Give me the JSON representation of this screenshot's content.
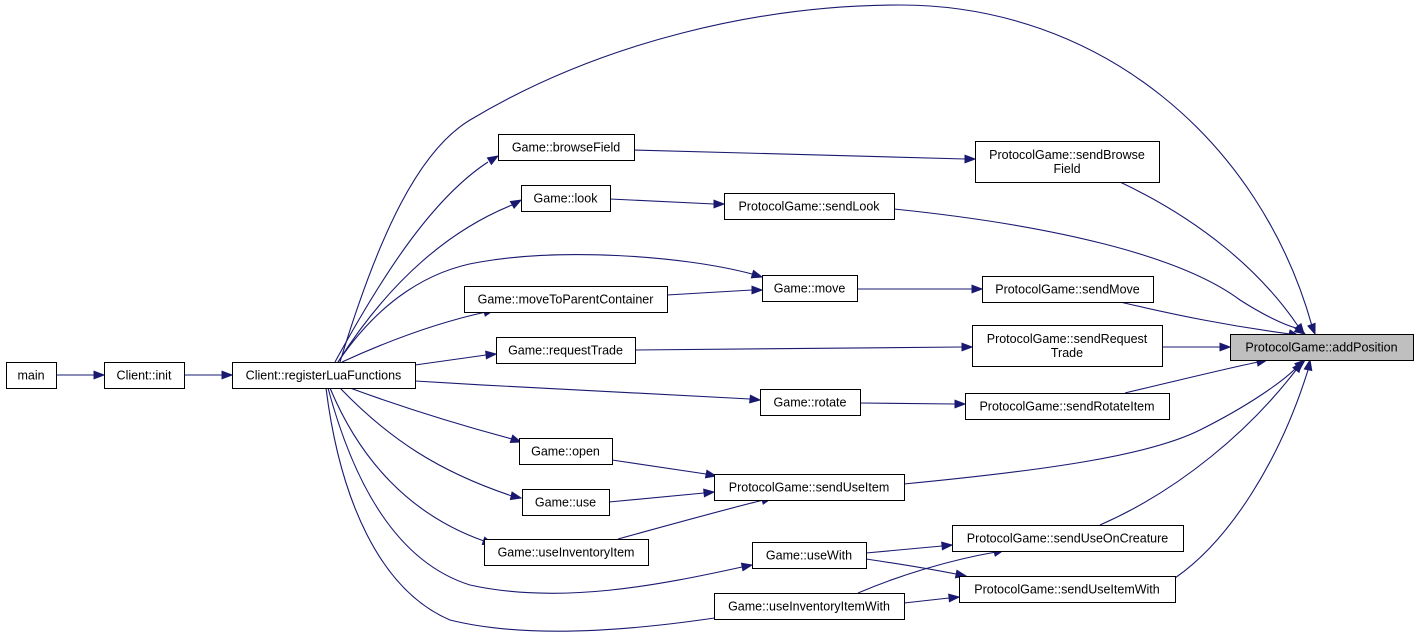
{
  "diagram": {
    "type": "call-graph",
    "colors": {
      "edge": "#191970",
      "node_border": "#000000",
      "node_fill": "#ffffff",
      "focus_fill": "#bfbfbf"
    },
    "nodes": [
      {
        "id": "main",
        "lines": [
          "main"
        ]
      },
      {
        "id": "client_init",
        "lines": [
          "Client::init"
        ]
      },
      {
        "id": "register_lua",
        "lines": [
          "Client::registerLuaFunctions"
        ]
      },
      {
        "id": "browse_field",
        "lines": [
          "Game::browseField"
        ]
      },
      {
        "id": "look",
        "lines": [
          "Game::look"
        ]
      },
      {
        "id": "move_to_parent",
        "lines": [
          "Game::moveToParentContainer"
        ]
      },
      {
        "id": "move",
        "lines": [
          "Game::move"
        ]
      },
      {
        "id": "request_trade",
        "lines": [
          "Game::requestTrade"
        ]
      },
      {
        "id": "rotate",
        "lines": [
          "Game::rotate"
        ]
      },
      {
        "id": "open",
        "lines": [
          "Game::open"
        ]
      },
      {
        "id": "use",
        "lines": [
          "Game::use"
        ]
      },
      {
        "id": "use_inventory_item",
        "lines": [
          "Game::useInventoryItem"
        ]
      },
      {
        "id": "use_with",
        "lines": [
          "Game::useWith"
        ]
      },
      {
        "id": "use_inventory_item_with",
        "lines": [
          "Game::useInventoryItemWith"
        ]
      },
      {
        "id": "send_browse_field",
        "lines": [
          "ProtocolGame::sendBrowse",
          "Field"
        ]
      },
      {
        "id": "send_look",
        "lines": [
          "ProtocolGame::sendLook"
        ]
      },
      {
        "id": "send_move",
        "lines": [
          "ProtocolGame::sendMove"
        ]
      },
      {
        "id": "send_request_trade",
        "lines": [
          "ProtocolGame::sendRequest",
          "Trade"
        ]
      },
      {
        "id": "send_rotate_item",
        "lines": [
          "ProtocolGame::sendRotateItem"
        ]
      },
      {
        "id": "send_use_item",
        "lines": [
          "ProtocolGame::sendUseItem"
        ]
      },
      {
        "id": "send_use_on_creature",
        "lines": [
          "ProtocolGame::sendUseOnCreature"
        ]
      },
      {
        "id": "send_use_item_with",
        "lines": [
          "ProtocolGame::sendUseItemWith"
        ]
      },
      {
        "id": "add_position",
        "lines": [
          "ProtocolGame::addPosition"
        ],
        "focus": true
      }
    ],
    "edges": [
      {
        "from": "main",
        "to": "client_init"
      },
      {
        "from": "client_init",
        "to": "register_lua"
      },
      {
        "from": "register_lua",
        "to": "add_position"
      },
      {
        "from": "register_lua",
        "to": "browse_field"
      },
      {
        "from": "register_lua",
        "to": "look"
      },
      {
        "from": "register_lua",
        "to": "move"
      },
      {
        "from": "register_lua",
        "to": "move_to_parent"
      },
      {
        "from": "register_lua",
        "to": "request_trade"
      },
      {
        "from": "register_lua",
        "to": "rotate"
      },
      {
        "from": "register_lua",
        "to": "open"
      },
      {
        "from": "register_lua",
        "to": "use"
      },
      {
        "from": "register_lua",
        "to": "use_inventory_item"
      },
      {
        "from": "register_lua",
        "to": "use_with"
      },
      {
        "from": "register_lua",
        "to": "use_inventory_item_with"
      },
      {
        "from": "browse_field",
        "to": "send_browse_field"
      },
      {
        "from": "look",
        "to": "send_look"
      },
      {
        "from": "move_to_parent",
        "to": "move"
      },
      {
        "from": "move",
        "to": "send_move"
      },
      {
        "from": "request_trade",
        "to": "send_request_trade"
      },
      {
        "from": "rotate",
        "to": "send_rotate_item"
      },
      {
        "from": "open",
        "to": "send_use_item"
      },
      {
        "from": "use",
        "to": "send_use_item"
      },
      {
        "from": "use_inventory_item",
        "to": "send_use_item"
      },
      {
        "from": "use_with",
        "to": "send_use_on_creature"
      },
      {
        "from": "use_with",
        "to": "send_use_item_with"
      },
      {
        "from": "use_inventory_item_with",
        "to": "send_use_on_creature"
      },
      {
        "from": "use_inventory_item_with",
        "to": "send_use_item_with"
      },
      {
        "from": "send_browse_field",
        "to": "add_position"
      },
      {
        "from": "send_look",
        "to": "add_position"
      },
      {
        "from": "send_move",
        "to": "add_position"
      },
      {
        "from": "send_request_trade",
        "to": "add_position"
      },
      {
        "from": "send_rotate_item",
        "to": "add_position"
      },
      {
        "from": "send_use_item",
        "to": "add_position"
      },
      {
        "from": "send_use_on_creature",
        "to": "add_position"
      },
      {
        "from": "send_use_item_with",
        "to": "add_position"
      }
    ]
  }
}
